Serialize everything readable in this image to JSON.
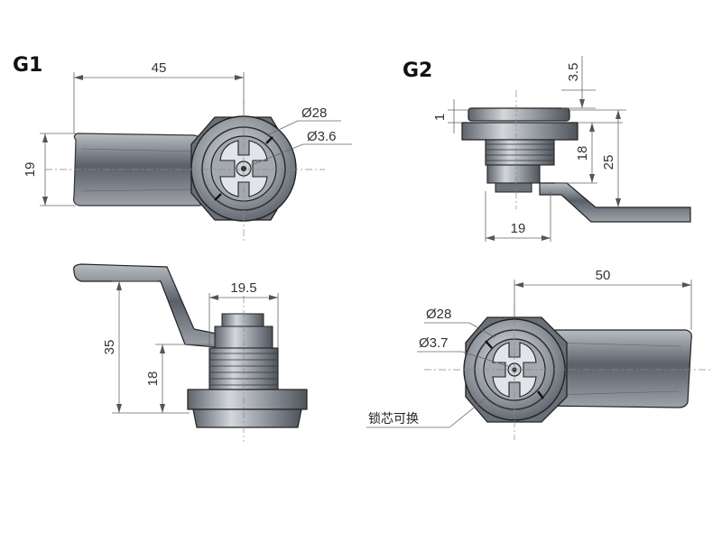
{
  "views": {
    "g1": {
      "label": "G1",
      "dims": {
        "width": "45",
        "height": "19",
        "diameter": "Ø28",
        "keyhole": "Ø3.6"
      }
    },
    "g2": {
      "label": "G2",
      "dims": {
        "top_gap": "3.5",
        "flange": "1",
        "body": "18",
        "total": "25",
        "width": "19"
      }
    },
    "side_view": {
      "dims": {
        "width": "19.5",
        "total": "35",
        "body": "18"
      }
    },
    "front_view": {
      "dims": {
        "length": "50",
        "diameter": "Ø28",
        "keyhole": "Ø3.7"
      },
      "note": "锁芯可换"
    }
  },
  "colors": {
    "metal_dark": "#555a60",
    "metal_mid": "#8a9098",
    "metal_light": "#cfd3d8",
    "line": "#333333"
  }
}
